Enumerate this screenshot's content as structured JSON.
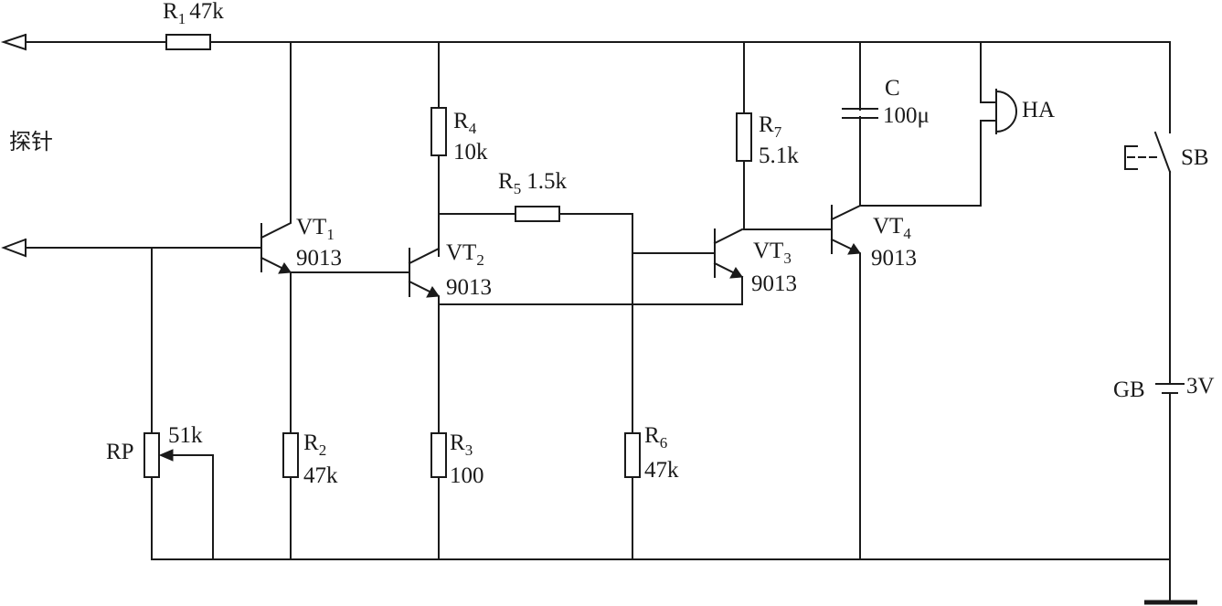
{
  "probe_label": "探针",
  "components": {
    "R1": {
      "ref": "R",
      "sub": "1",
      "value": "47k"
    },
    "R2": {
      "ref": "R",
      "sub": "2",
      "value": "47k"
    },
    "R3": {
      "ref": "R",
      "sub": "3",
      "value": "100"
    },
    "R4": {
      "ref": "R",
      "sub": "4",
      "value": "10k"
    },
    "R5": {
      "ref": "R",
      "sub": "5",
      "value": "1.5k"
    },
    "R6": {
      "ref": "R",
      "sub": "6",
      "value": "47k"
    },
    "R7": {
      "ref": "R",
      "sub": "7",
      "value": "5.1k"
    },
    "RP": {
      "ref": "RP",
      "value": "51k"
    },
    "VT1": {
      "ref": "VT",
      "sub": "1",
      "value": "9013"
    },
    "VT2": {
      "ref": "VT",
      "sub": "2",
      "value": "9013"
    },
    "VT3": {
      "ref": "VT",
      "sub": "3",
      "value": "9013"
    },
    "VT4": {
      "ref": "VT",
      "sub": "4",
      "value": "9013"
    },
    "C": {
      "ref": "C",
      "value": "100μ"
    },
    "HA": {
      "ref": "HA"
    },
    "SB": {
      "ref": "SB"
    },
    "GB": {
      "ref": "GB",
      "value": "3V"
    }
  },
  "colors": {
    "line": "#1a1a1a",
    "background": "#ffffff"
  }
}
